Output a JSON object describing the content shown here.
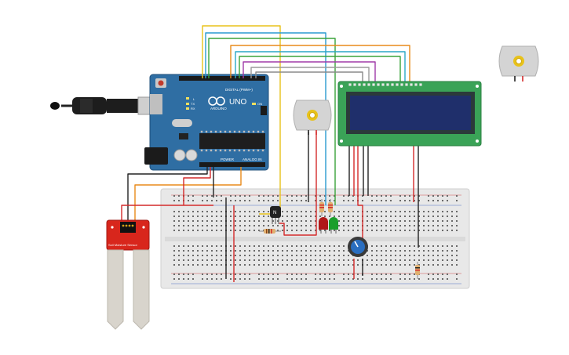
{
  "arduino": {
    "brand": "ARDUINO",
    "model": "UNO",
    "digital_label": "DIGITAL (PWM~)",
    "power_label": "POWER",
    "analog_label": "ANALOG IN",
    "tx_label": "TX",
    "rx_label": "RX",
    "l_label": "L",
    "on_label": "ON"
  },
  "sensor": {
    "label": "Soil Moisture Sensor"
  },
  "components": {
    "transistor_label": "N"
  },
  "colors": {
    "arduino_blue": "#2f6ea3",
    "lcd_green": "#3aa357",
    "lcd_screen": "#1f2f6b",
    "sensor_red": "#d8261c",
    "breadboard": "#e9e9e9",
    "wire_red": "#d42a2a",
    "wire_black": "#222222",
    "wire_yellow": "#e8c21a",
    "wire_orange": "#e88a1a",
    "wire_green": "#3aa33a",
    "wire_blue": "#2a9ad0",
    "wire_purple": "#a03aa8",
    "wire_gray": "#9a9a9a"
  }
}
